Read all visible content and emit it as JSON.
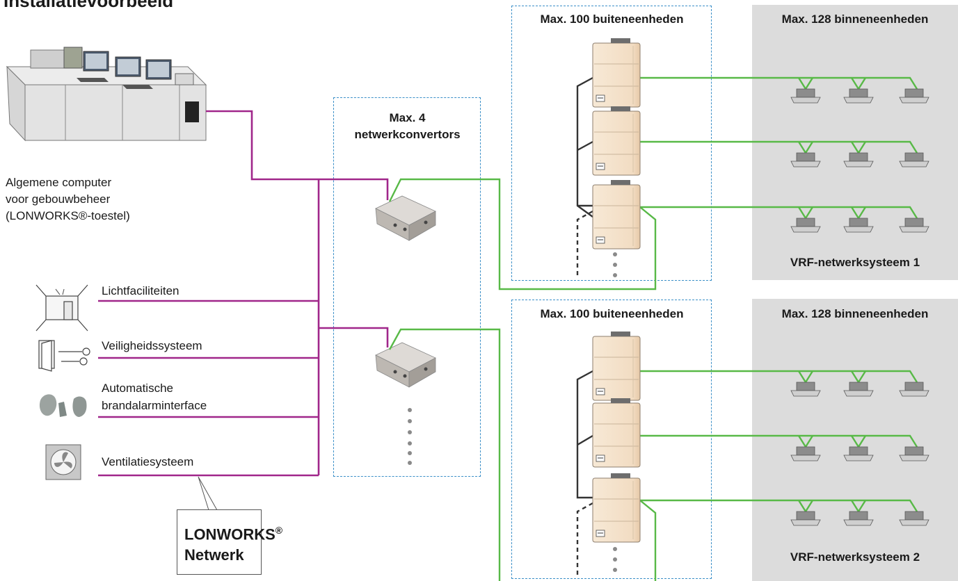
{
  "title": "Installatievoorbeeld",
  "computer": {
    "label_lines": [
      "Algemene computer",
      "voor gebouwbeheer",
      "(LONWORKS®-toestel)"
    ]
  },
  "devices": [
    {
      "label_lines": [
        "Lichtfaciliteiten"
      ],
      "icon": "room-door-icon"
    },
    {
      "label_lines": [
        "Veiligheidssysteem"
      ],
      "icon": "door-key-icon"
    },
    {
      "label_lines": [
        "Automatische",
        "brandalarminterface"
      ],
      "icon": "people-icon"
    },
    {
      "label_lines": [
        "Ventilatiesysteem"
      ],
      "icon": "fan-icon"
    }
  ],
  "converters": {
    "label_lines": [
      "Max. 4",
      "netwerkconvertors"
    ]
  },
  "systems": [
    {
      "outdoor_label": "Max. 100 buiteneenheden",
      "indoor_label": "Max. 128 binneneenheden",
      "system_label": "VRF-netwerksysteem 1"
    },
    {
      "outdoor_label": "Max. 100 buiteneenheden",
      "indoor_label": "Max. 128 binneneenheden",
      "system_label": "VRF-netwerksysteem 2"
    }
  ],
  "network": {
    "name": "LONWORKS",
    "mark": "®",
    "line2": "Netwerk"
  },
  "colors": {
    "lonworks_line": "#a0268a",
    "vrf_line": "#58b947",
    "control_line": "#333333",
    "dashed_box": "#3a8fc8",
    "indoor_panel": "#dcdcdc",
    "outdoor_unit": "#f4e2cc"
  }
}
